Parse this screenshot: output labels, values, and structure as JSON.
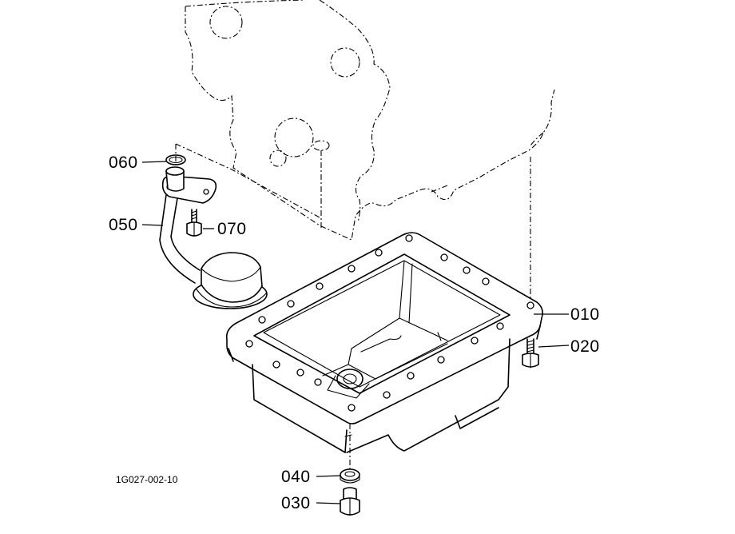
{
  "diagram": {
    "drawing_code": "1G027-002-10",
    "callouts": [
      {
        "id": "p060",
        "label": "060"
      },
      {
        "id": "p050",
        "label": "050"
      },
      {
        "id": "p070",
        "label": "070"
      },
      {
        "id": "p010",
        "label": "010"
      },
      {
        "id": "p020",
        "label": "020"
      },
      {
        "id": "p040",
        "label": "040"
      },
      {
        "id": "p030",
        "label": "030"
      }
    ]
  }
}
